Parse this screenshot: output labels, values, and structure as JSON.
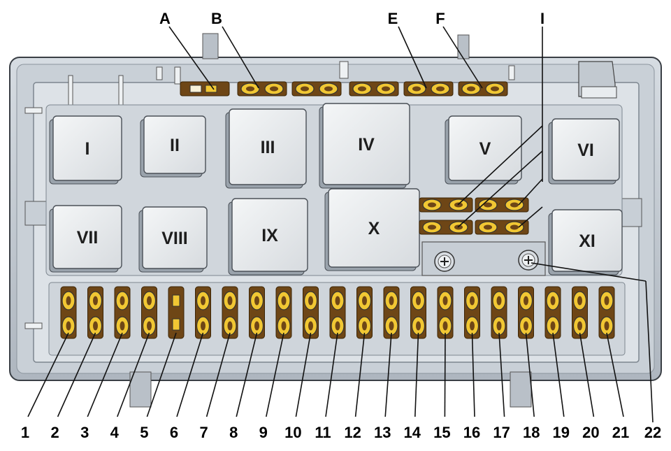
{
  "diagram": {
    "top_labels": [
      {
        "id": "A",
        "text": "A"
      },
      {
        "id": "B",
        "text": "B"
      },
      {
        "id": "E",
        "text": "E"
      },
      {
        "id": "F",
        "text": "F"
      },
      {
        "id": "I",
        "text": "I"
      }
    ],
    "relays": [
      "I",
      "II",
      "III",
      "IV",
      "V",
      "VI",
      "VII",
      "VIII",
      "IX",
      "X",
      "XI"
    ],
    "fuse_numbers": [
      "1",
      "2",
      "3",
      "4",
      "5",
      "6",
      "7",
      "8",
      "9",
      "10",
      "11",
      "12",
      "13",
      "14",
      "15",
      "16",
      "17",
      "18",
      "19",
      "20",
      "21",
      "22"
    ],
    "colors": {
      "housing": "#c4cbd3",
      "panel": "#d9dee4",
      "relay": "#e4e7ea",
      "fuse_body": "#6e4616",
      "fuse_tip": "#f1c733",
      "line": "#111111"
    }
  }
}
